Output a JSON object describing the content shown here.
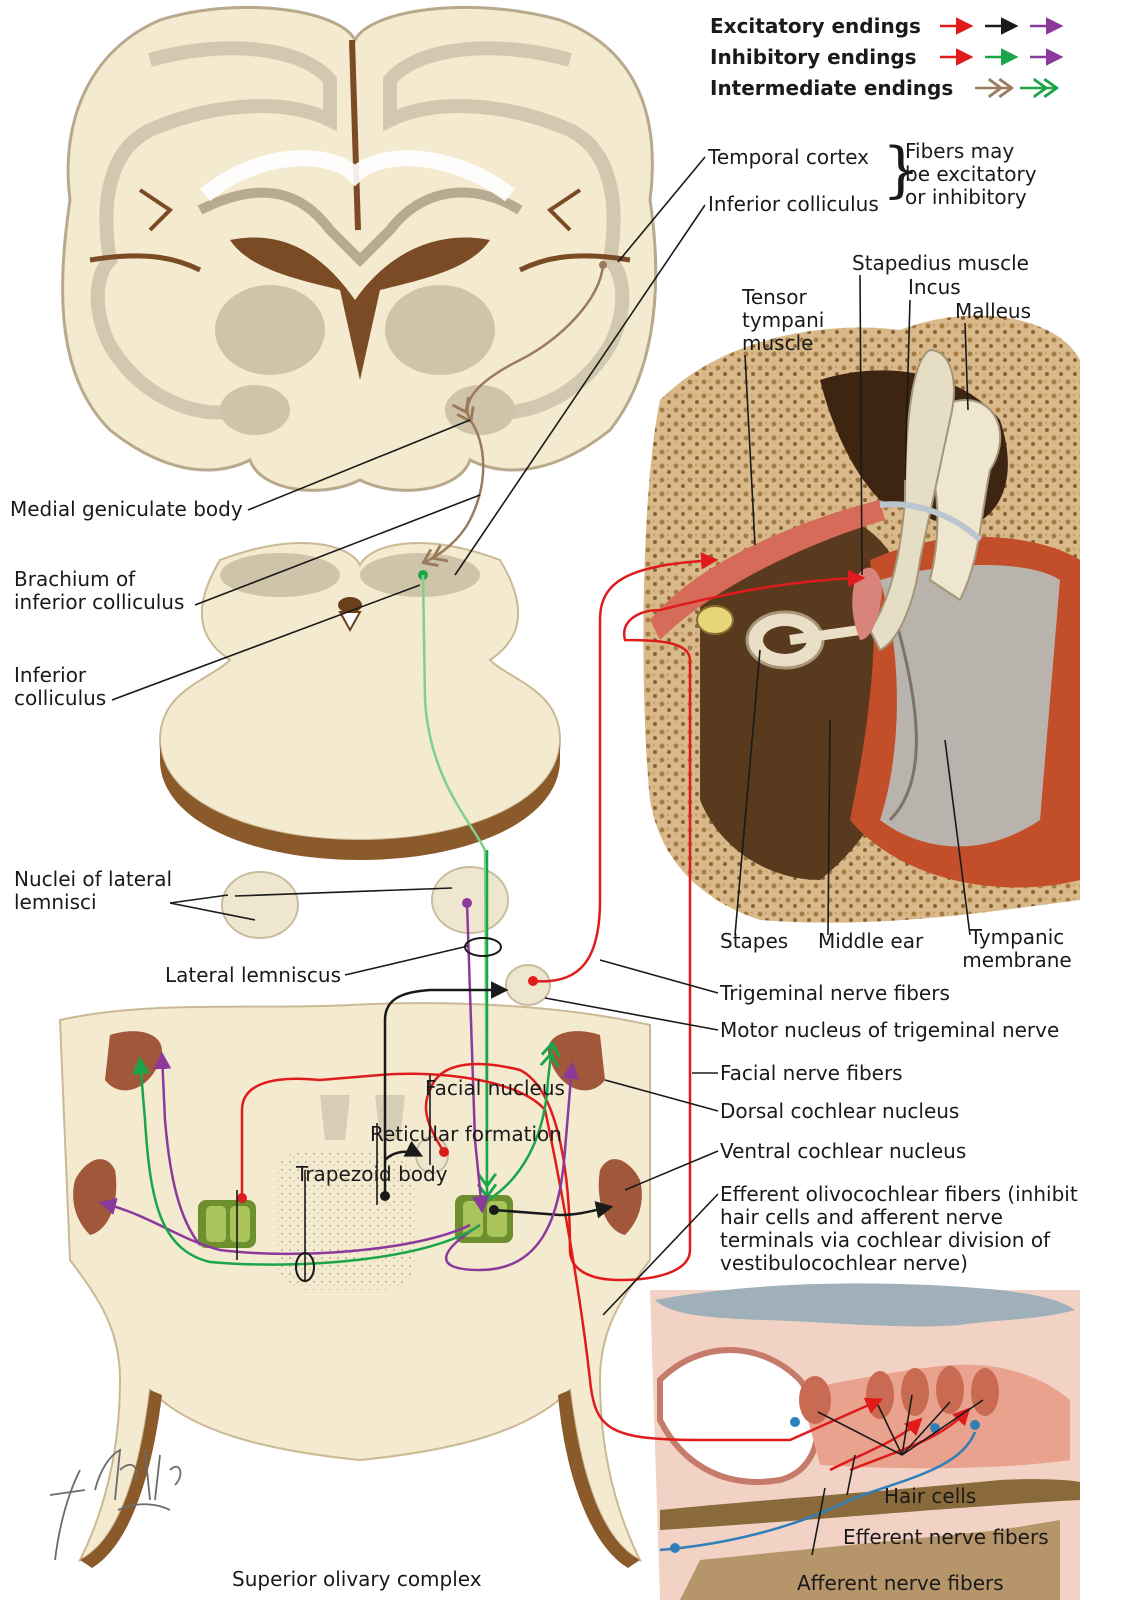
{
  "legend": {
    "excitatory": "Excitatory endings",
    "inhibitory": "Inhibitory endings",
    "intermediate": "Intermediate endings"
  },
  "colors": {
    "excitatory_red": "#e01b1b",
    "black": "#1a1a1a",
    "purple": "#8b3a9c",
    "green": "#1aa648",
    "brown": "#9a7b5c",
    "light_green": "#7fd08a",
    "blue": "#2f7fb8"
  },
  "labels": {
    "temporal_cortex": "Temporal cortex",
    "inferior_colliculus_top": "Inferior colliculus",
    "fibers_note": "Fibers may be excitatory or inhibitory",
    "stapedius_muscle": "Stapedius muscle",
    "incus": "Incus",
    "malleus": "Malleus",
    "tensor_tympani": "Tensor tympani muscle",
    "medial_geniculate": "Medial geniculate body",
    "brachium": "Brachium of inferior colliculus",
    "inferior_colliculus": "Inferior colliculus",
    "nuclei_lateral_lemnisci": "Nuclei of lateral lemnisci",
    "stapes": "Stapes",
    "middle_ear": "Middle ear",
    "tympanic_membrane": "Tympanic membrane",
    "lateral_lemniscus": "Lateral lemniscus",
    "trigeminal_fibers": "Trigeminal nerve fibers",
    "motor_nucleus_trigeminal": "Motor nucleus of trigeminal nerve",
    "facial_nerve_fibers": "Facial nerve fibers",
    "dorsal_cochlear": "Dorsal cochlear nucleus",
    "ventral_cochlear": "Ventral cochlear nucleus",
    "efferent_olivocochlear": "Efferent olivocochlear fibers (inhibit hair cells and afferent nerve terminals via cochlear division of vestibulocochlear nerve)",
    "facial_nucleus": "Facial nucleus",
    "reticular_formation": "Reticular formation",
    "hair_cells": "Hair cells",
    "efferent_nerve_fibers": "Efferent nerve fibers",
    "trapezoid_body": "Trapezoid body",
    "superior_olivary": "Superior olivary complex",
    "afferent_nerve_fibers": "Afferent nerve fibers"
  },
  "signature": "F. Netter M.D."
}
